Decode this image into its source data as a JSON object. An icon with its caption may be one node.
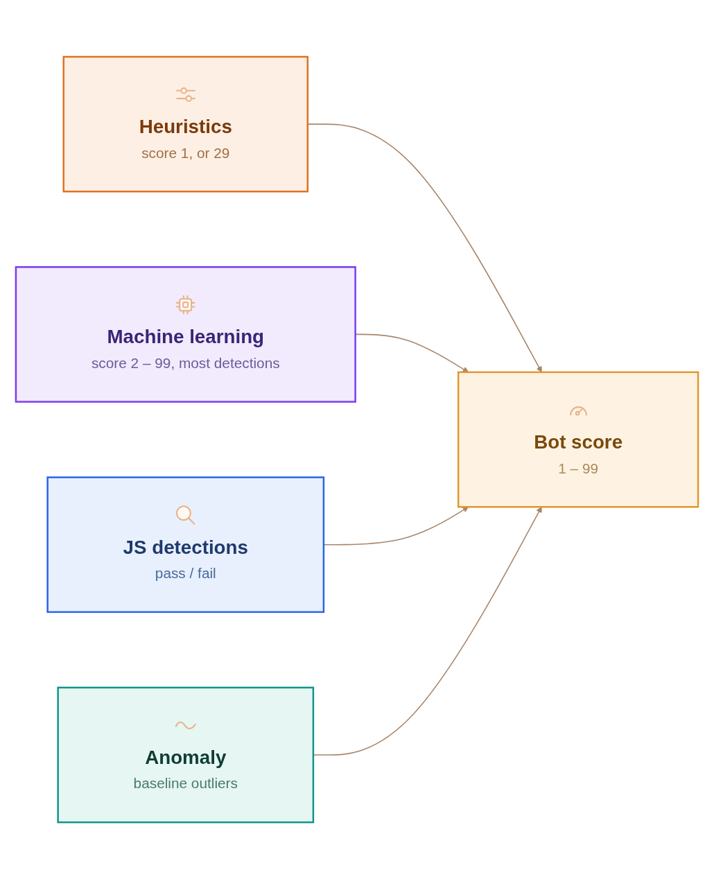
{
  "diagram": {
    "nodes": [
      {
        "text": [
          "Heuristics",
          "score 1, or 29"
        ]
      },
      {
        "text": [
          "Machine learning",
          "score 2 – 99, most detections"
        ]
      },
      {
        "text": [
          "JS detections",
          "pass / fail"
        ]
      },
      {
        "text": [
          "Anomaly",
          "baseline outliers"
        ]
      },
      {
        "text": [
          "Bot score",
          "1 – 99"
        ]
      }
    ],
    "edges": [
      {
        "from": 0,
        "to": 4,
        "arrow": "to"
      },
      {
        "from": 1,
        "to": 4,
        "arrow": "to"
      },
      {
        "from": 2,
        "to": 4,
        "arrow": "to"
      },
      {
        "from": 3,
        "to": 4,
        "arrow": "to"
      }
    ]
  }
}
